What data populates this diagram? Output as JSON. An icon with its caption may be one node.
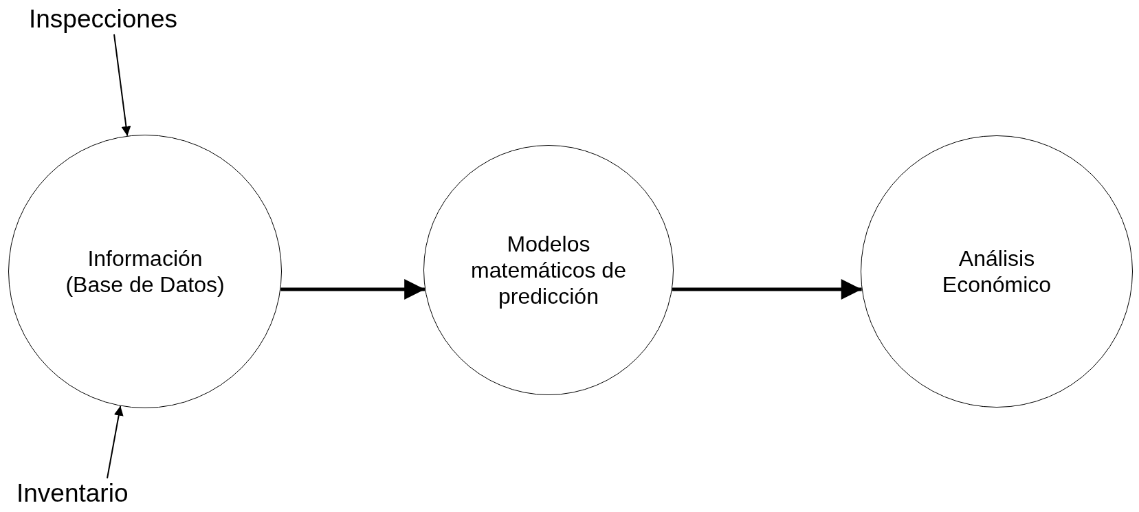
{
  "diagram": {
    "nodes": [
      {
        "text": [
          "Inspecciones"
        ]
      },
      {
        "text": [
          "Información (Base de Datos)"
        ]
      },
      {
        "text": [
          "Modelos matemáticos de predicción"
        ]
      },
      {
        "text": [
          "Análisis Económico"
        ]
      },
      {
        "text": [
          "Inventario"
        ]
      }
    ],
    "edges": [
      {
        "from": 0,
        "to": 1,
        "arrow": "to"
      },
      {
        "from": 4,
        "to": 1,
        "arrow": "to"
      },
      {
        "from": 1,
        "to": 2,
        "arrow": "to",
        "style": "thick"
      },
      {
        "from": 2,
        "to": 3,
        "arrow": "to",
        "style": "thick"
      }
    ]
  }
}
